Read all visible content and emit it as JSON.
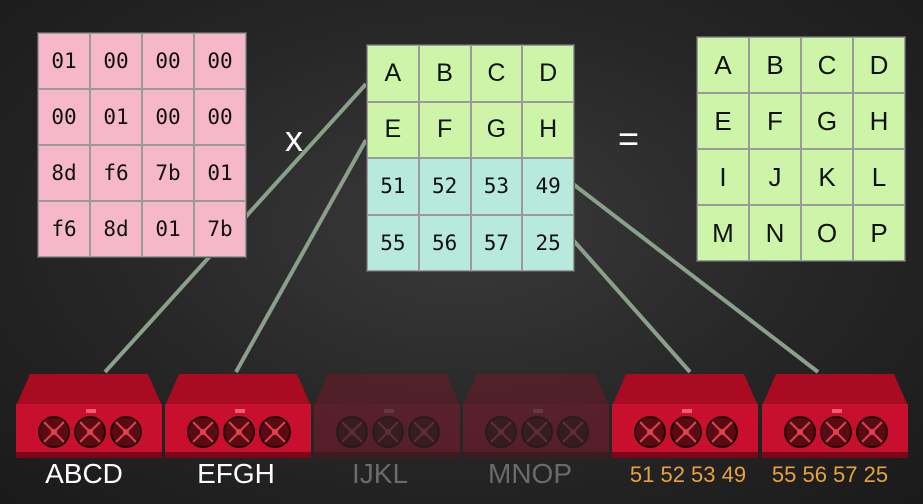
{
  "matrix_a": {
    "rows": [
      [
        "01",
        "00",
        "00",
        "00"
      ],
      [
        "00",
        "01",
        "00",
        "00"
      ],
      [
        "8d",
        "f6",
        "7b",
        "01"
      ],
      [
        "f6",
        "8d",
        "01",
        "7b"
      ]
    ]
  },
  "matrix_b": {
    "rows": [
      [
        "A",
        "B",
        "C",
        "D"
      ],
      [
        "E",
        "F",
        "G",
        "H"
      ],
      [
        "51",
        "52",
        "53",
        "49"
      ],
      [
        "55",
        "56",
        "57",
        "25"
      ]
    ]
  },
  "matrix_c": {
    "rows": [
      [
        "A",
        "B",
        "C",
        "D"
      ],
      [
        "E",
        "F",
        "G",
        "H"
      ],
      [
        "I",
        "J",
        "K",
        "L"
      ],
      [
        "M",
        "N",
        "O",
        "P"
      ]
    ]
  },
  "operators": {
    "multiply": "x",
    "equals": "="
  },
  "boxes": [
    {
      "label": "ABCD",
      "label_color": "#ffffff",
      "faded": false
    },
    {
      "label": "EFGH",
      "label_color": "#ffffff",
      "faded": false
    },
    {
      "label": "IJKL",
      "label_color": "#6a6a6a",
      "faded": true
    },
    {
      "label": "MNOP",
      "label_color": "#6a6a6a",
      "faded": true
    },
    {
      "label": "51 52 53 49",
      "label_color": "#e8a23a",
      "faded": false
    },
    {
      "label": "55 56 57 25",
      "label_color": "#e8a23a",
      "faded": false
    }
  ],
  "colors": {
    "matrix_a_fill": "#f6b8c8",
    "letters_fill": "#ccf5a8",
    "hex_fill": "#b8eadc",
    "box_red": "#c8102e",
    "connector": "#8aa08a"
  }
}
